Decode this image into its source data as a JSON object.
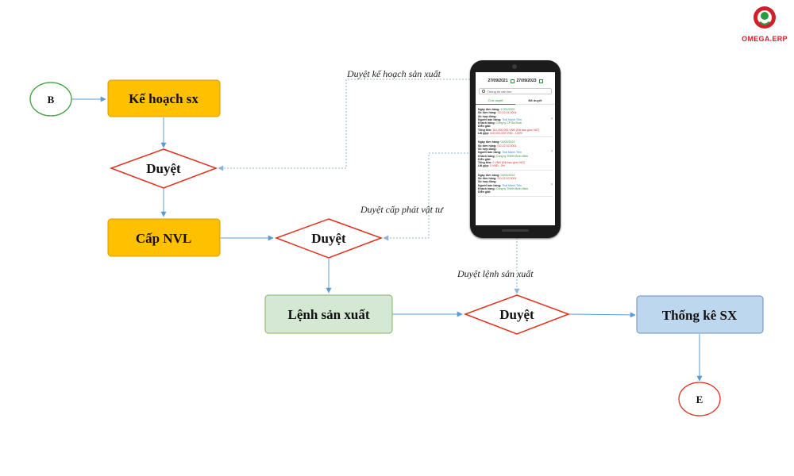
{
  "logo": {
    "text": "OMEGA.ERP",
    "color": "#d0202a"
  },
  "colors": {
    "orange_fill": "#ffc000",
    "orange_stroke": "#d79b00",
    "green_fill": "#d5e8d4",
    "green_stroke": "#82b366",
    "blue_fill": "#bdd7ee",
    "blue_stroke": "#6c8ebf",
    "diamond_stroke": "#e0301e",
    "start_stroke": "#3aa03a",
    "end_stroke": "#e0301e",
    "arrow": "#5b9bd5"
  },
  "nodes": {
    "start": "B",
    "plan": "Kế hoạch sx",
    "approve1": "Duyệt",
    "material": "Cấp NVL",
    "approve2": "Duyệt",
    "order": "Lệnh sản xuất",
    "approve3": "Duyệt",
    "stats": "Thống kê SX",
    "end": "E"
  },
  "edge_labels": {
    "plan_approval": "Duyệt kế hoạch sản xuất",
    "material_approval": "Duyệt cấp phát vật tư",
    "order_approval": "Duyệt lệnh sản xuất"
  },
  "phone": {
    "date_from": "27/09/2021",
    "date_to": "27/09/2023",
    "search_placeholder": "Thông tin cần tìm",
    "tab_pending": "Chờ duyệt",
    "tab_approved": "Đã duyệt",
    "orders": [
      {
        "l1": "Ngày đơn hàng:",
        "v1": "17/01/2022",
        "l2": "Số đơn hàng:",
        "v2": "SO.22.01.0004",
        "l3": "Số hợp đồng:",
        "l4": "Người bán hàng:",
        "v4": "Thái Mạnh Tiến",
        "l5": "Khách hàng:",
        "v5": "Công ty CP Ba Đình",
        "l6": "Diễn giải:",
        "l7": "Tổng tiền:",
        "v7": "341,000,000 VNĐ (Đã bao gồm VAT)",
        "l8": "Lãi gộp:",
        "v8": "310,000,000 VNĐ - 100%"
      },
      {
        "l1": "Ngày đơn hàng:",
        "v1": "02/02/2022",
        "l2": "Số đơn hàng:",
        "v2": "SO.22.02.0001",
        "l3": "Số hợp đồng:",
        "l4": "Người bán hàng:",
        "v4": "Thái Mạnh Tiến",
        "l5": "Khách hàng:",
        "v5": "Công ty TNHH Bình Minh",
        "l6": "Diễn giải:",
        "l7": "Tổng tiền:",
        "v7": "0 VNĐ (Đã bao gồm VAT)",
        "l8": "Lãi gộp:",
        "v8": "0 VNĐ - 0%"
      },
      {
        "l1": "Ngày đơn hàng:",
        "v1": "02/02/2022",
        "l2": "Số đơn hàng:",
        "v2": "SO.22.02.0001",
        "l3": "Số hợp đồng:",
        "l4": "Người bán hàng:",
        "v4": "Thái Mạnh Tiến",
        "l5": "Khách hàng:",
        "v5": "Công ty TNHH Bình Minh",
        "l6": "Diễn giải:"
      }
    ]
  }
}
